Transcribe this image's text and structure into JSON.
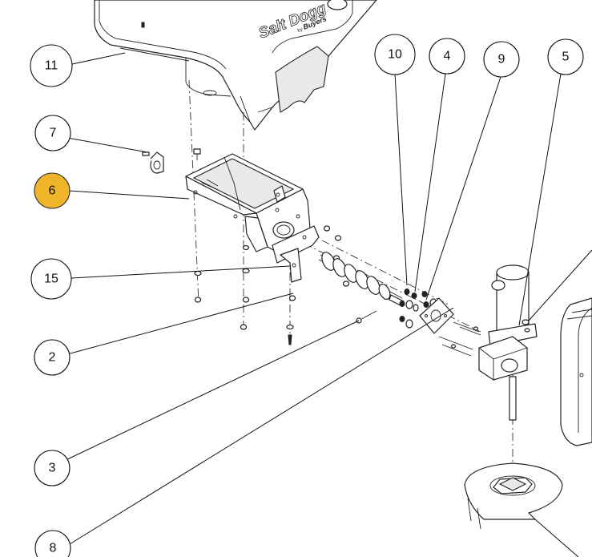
{
  "diagram": {
    "brand": {
      "name": "Salt Dogg",
      "maker": "Buyers",
      "by": "by"
    },
    "callouts": [
      {
        "id": "11",
        "label": "11",
        "highlight": false
      },
      {
        "id": "7",
        "label": "7",
        "highlight": false
      },
      {
        "id": "6",
        "label": "6",
        "highlight": true,
        "highlight_color": "#f0b42a"
      },
      {
        "id": "15",
        "label": "15",
        "highlight": false
      },
      {
        "id": "2",
        "label": "2",
        "highlight": false
      },
      {
        "id": "3",
        "label": "3",
        "highlight": false
      },
      {
        "id": "8",
        "label": "8",
        "highlight": false
      },
      {
        "id": "10",
        "label": "10",
        "highlight": false
      },
      {
        "id": "4",
        "label": "4",
        "highlight": false
      },
      {
        "id": "9",
        "label": "9",
        "highlight": false
      },
      {
        "id": "5",
        "label": "5",
        "highlight": false
      }
    ]
  }
}
